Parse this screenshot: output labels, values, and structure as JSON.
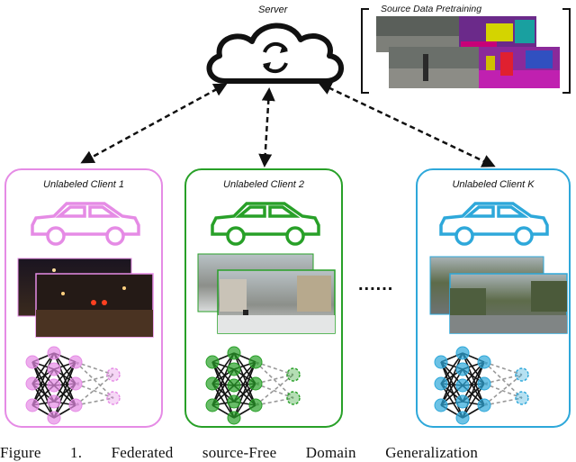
{
  "server": {
    "label": "Server"
  },
  "source": {
    "label": "Source Data Pretraining"
  },
  "clients": [
    {
      "title": "Unlabeled Client 1",
      "color": "#e58be5"
    },
    {
      "title": "Unlabeled Client 2",
      "color": "#28a028"
    },
    {
      "title": "Unlabeled Client K",
      "color": "#2ea8da"
    }
  ],
  "ellipsis": "......",
  "caption": "Figure 1. Federated source-Free Domain Generalization"
}
